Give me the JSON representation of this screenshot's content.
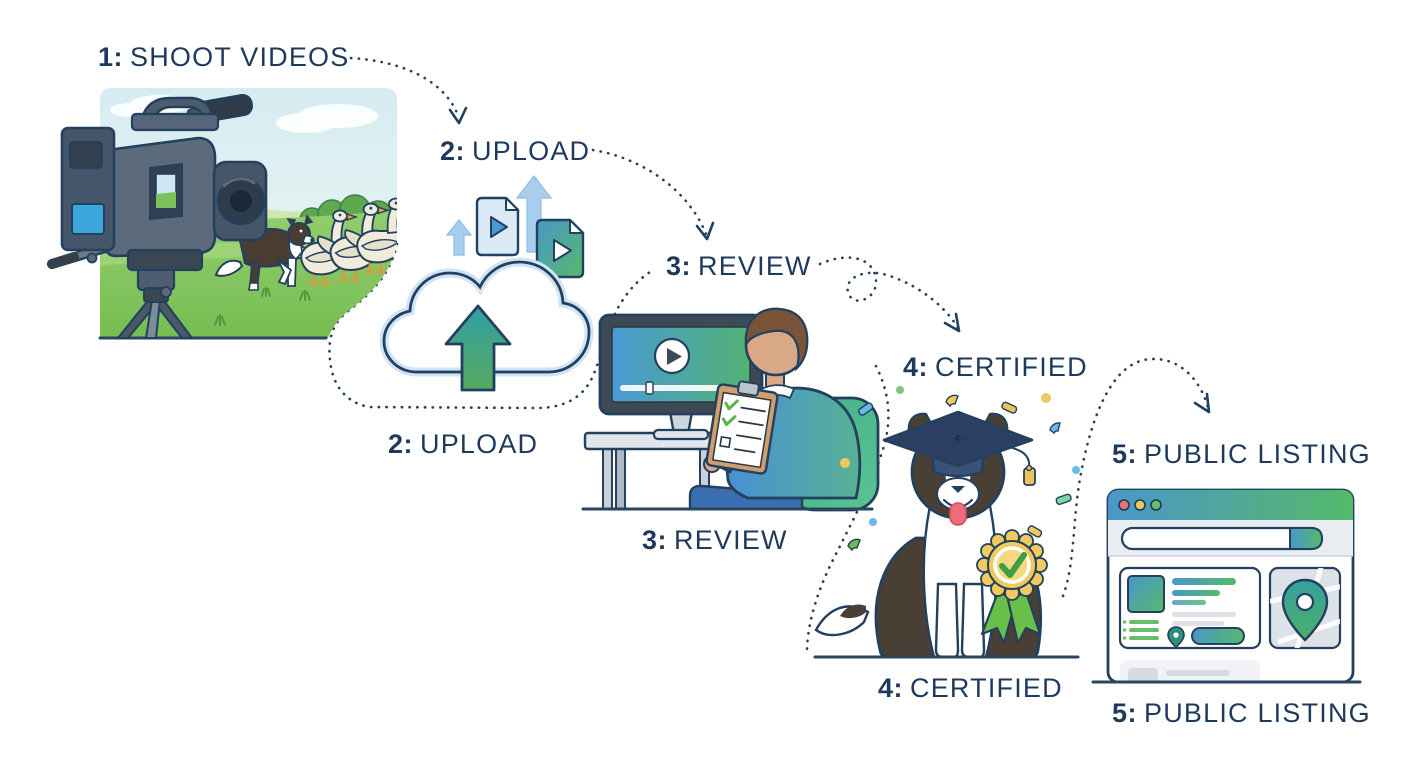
{
  "figure": {
    "description": "Five-step certification process flow illustration",
    "background": "#ffffff",
    "text_color": "#1d3a5c",
    "outline_color": "#23405f",
    "accent_blue": "#4a97c9",
    "accent_green": "#55b96a",
    "accent_teal": "#35a09f",
    "gold": "#f0ca5e"
  },
  "steps": [
    {
      "number": "1:",
      "name": "SHOOT VIDEOS",
      "icon": "video-camera-filming-dog-herding-geese"
    },
    {
      "number": "2:",
      "name": "UPLOAD",
      "icon": "cloud-upload-with-video-files"
    },
    {
      "number": "3:",
      "name": "REVIEW",
      "icon": "reviewer-watching-video-with-checklist"
    },
    {
      "number": "4:",
      "name": "CERTIFIED",
      "icon": "dog-with-graduation-cap-and-medal"
    },
    {
      "number": "5:",
      "name": "PUBLIC LISTING",
      "icon": "browser-listing-page-with-map"
    }
  ]
}
